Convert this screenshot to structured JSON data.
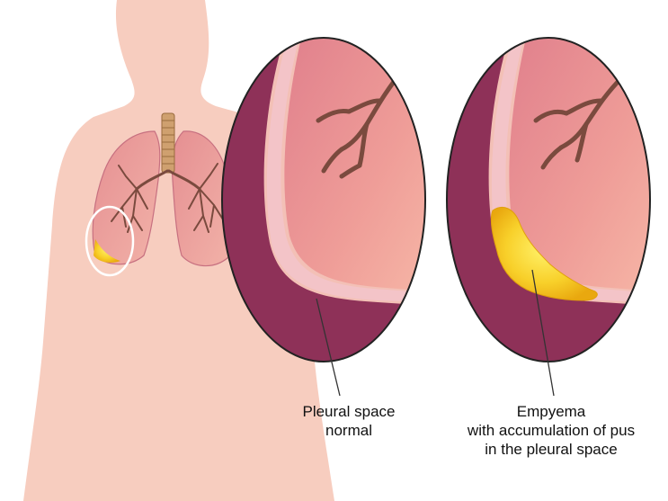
{
  "labels": {
    "normal": [
      "Pleural space",
      "normal"
    ],
    "empyema": [
      "Empyema",
      "with accumulation of pus",
      "in the pleural space"
    ]
  },
  "colors": {
    "skin": "#f6c9bc",
    "lung": "#d9878f",
    "lung_light": "#eea49f",
    "chest_wall": "#8a2e54",
    "pleura": "#f4c4c8",
    "bronchi": "#7a4a3e",
    "trachea": "#c8966a",
    "pus": "#f3c423",
    "outline": "#222222"
  },
  "icons": [
    "human-torso-silhouette",
    "lungs-icon",
    "trachea-icon",
    "magnify-callout-ring"
  ]
}
